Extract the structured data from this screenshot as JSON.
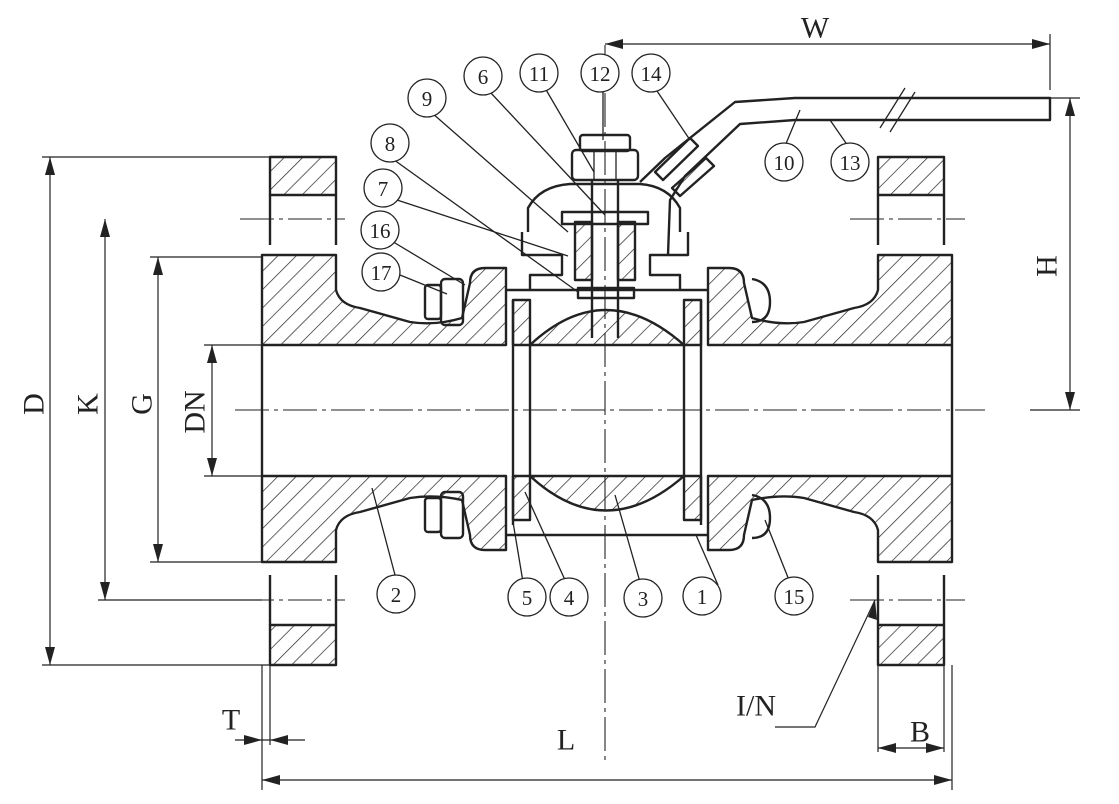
{
  "dimensions": {
    "W": "W",
    "H": "H",
    "D": "D",
    "K": "K",
    "G": "G",
    "DN": "DN",
    "T": "T",
    "L": "L",
    "B": "B",
    "IN": "I/N"
  },
  "parts": [
    "1",
    "2",
    "3",
    "4",
    "5",
    "6",
    "7",
    "8",
    "9",
    "10",
    "11",
    "12",
    "13",
    "14",
    "15",
    "16",
    "17"
  ]
}
